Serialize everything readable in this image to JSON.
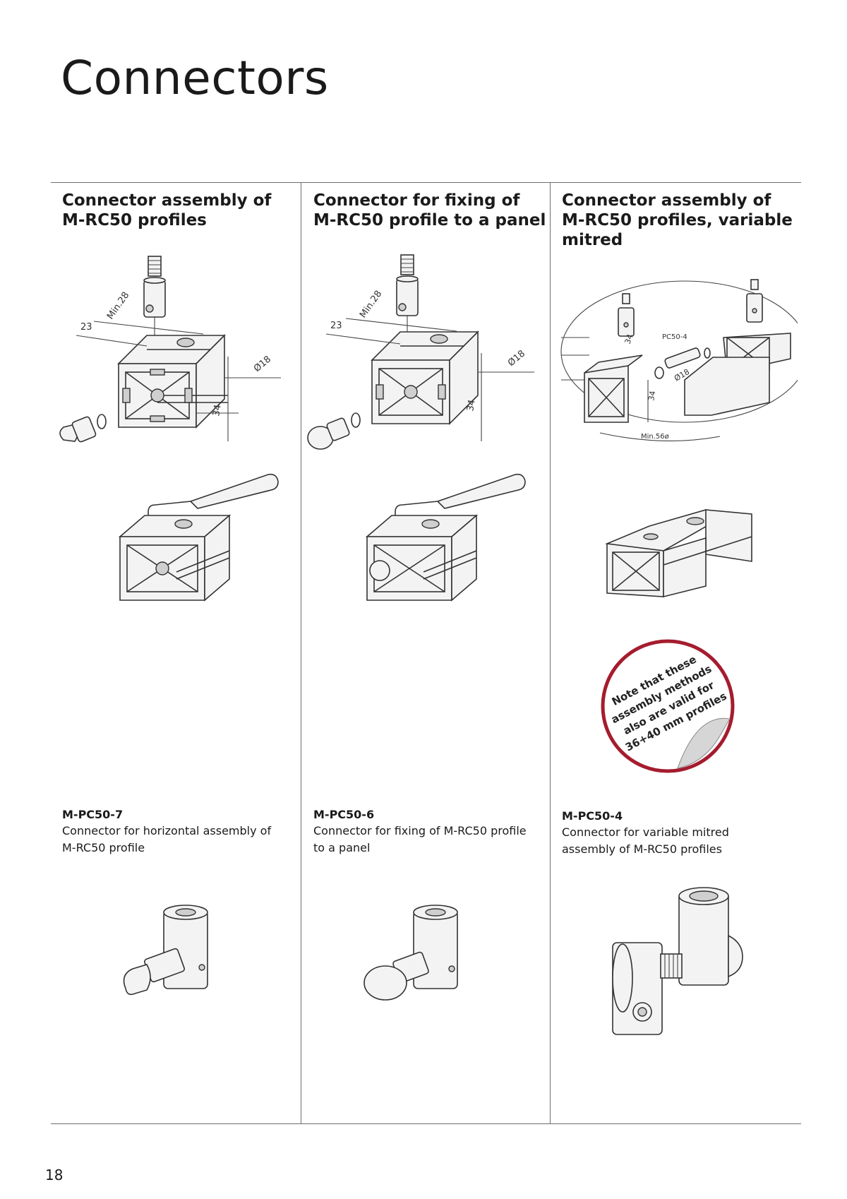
{
  "page": {
    "title": "Connectors",
    "page_number": "18"
  },
  "columns": [
    {
      "title_lines": [
        "Connector assembly of",
        "M-RC50 profiles"
      ],
      "code": "M-PC50-7",
      "description": [
        "Connector for horizontal  assembly of",
        "M-RC50 profile"
      ],
      "dimensions": [
        "23",
        "Min.28",
        "Ø18",
        "34"
      ]
    },
    {
      "title_lines": [
        "Connector for fixing of",
        "M-RC50 profile to a panel"
      ],
      "code": "M-PC50-6",
      "description": [
        "Connector for fixing of M-RC50 profile",
        "to a panel"
      ],
      "dimensions": [
        "23",
        "Min.28",
        "Ø18",
        "34"
      ]
    },
    {
      "title_lines": [
        "Connector assembly of",
        "M-RC50 profiles, variable",
        "mitred"
      ],
      "code": "M-PC50-4",
      "description": [
        "Connector for variable mitred",
        "assembly of M-RC50 profiles"
      ],
      "dimensions": [
        "PC50-4",
        "34",
        "Ø18",
        "34",
        "Min.56ø"
      ]
    }
  ],
  "note": {
    "lines": [
      "Note that these",
      "assembly methods",
      "also are valid for",
      "36+40 mm profiles"
    ],
    "border_color": "#a51c2e"
  },
  "icons": [
    "profile-assembly-drawing",
    "clamp-handle-icon",
    "connector-part-icon",
    "page-curl-icon"
  ]
}
